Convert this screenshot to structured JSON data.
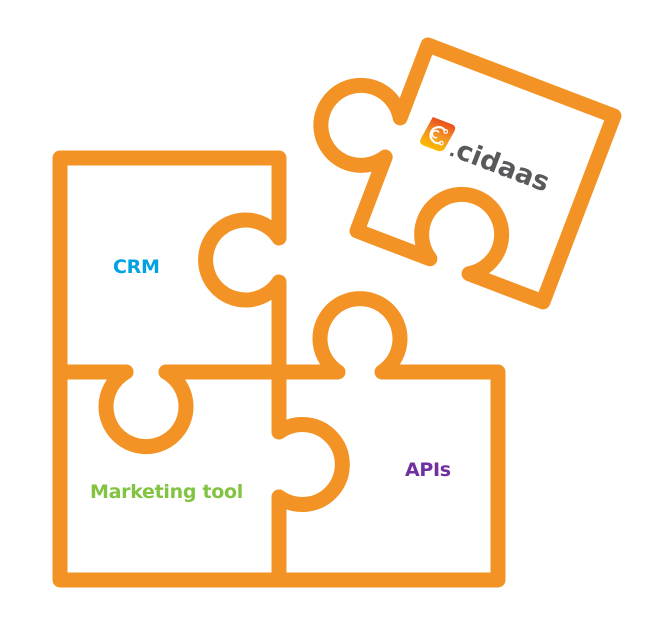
{
  "diagram": {
    "type": "jigsaw-puzzle",
    "stroke_color": "#F39325",
    "background": "#FFFFFF",
    "pieces": [
      {
        "id": "crm",
        "label": "CRM",
        "color": "#00A3E0"
      },
      {
        "id": "marketing",
        "label": "Marketing tool",
        "color": "#82C341"
      },
      {
        "id": "apis",
        "label": "APIs",
        "color": "#7030A0"
      },
      {
        "id": "cidaas",
        "label": "cidaas",
        "logo_prefix": ".",
        "color": "#58595B",
        "logo_colors": [
          "#E94E1B",
          "#F39325",
          "#FBBA00"
        ]
      }
    ]
  }
}
